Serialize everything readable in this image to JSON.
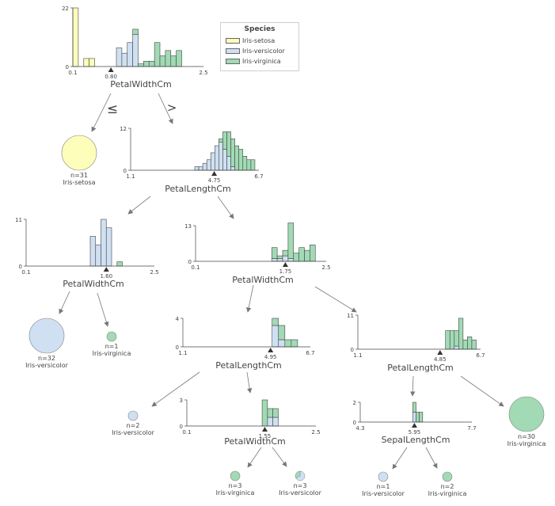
{
  "colors": {
    "setosa": "#fefebb",
    "versicolor": "#cfe0f2",
    "virginica": "#a1dab4",
    "bar_edge": "#444444",
    "axis": "#444444",
    "arrow": "#777777"
  },
  "legend": {
    "title": "Species",
    "items": [
      {
        "label": "Iris-setosa",
        "color": "#fefebb"
      },
      {
        "label": "Iris-versicolor",
        "color": "#cfe0f2"
      },
      {
        "label": "Iris-virginica",
        "color": "#a1dab4"
      }
    ]
  },
  "edge_labels": {
    "left": "≤",
    "right": ">"
  },
  "chart_data": [
    {
      "type": "bar",
      "id": "n0",
      "xlabel": "PetalWidthCm",
      "x_range": [
        0.1,
        2.5
      ],
      "split": 0.8,
      "split_label": "0.80",
      "x_tick_labels": [
        "0.1",
        "2.5"
      ],
      "y_max": 22,
      "y_tick_labels": [
        "22",
        "0"
      ],
      "series": [
        {
          "class": "setosa",
          "values": [
            22,
            0,
            3,
            3,
            0,
            0,
            0,
            0,
            0,
            0,
            0,
            0,
            0,
            0,
            0,
            0,
            0,
            0,
            0,
            0,
            0,
            0,
            0,
            0
          ]
        },
        {
          "class": "versicolor",
          "values": [
            0,
            0,
            0,
            0,
            0,
            0,
            0,
            0,
            7,
            5,
            9,
            12,
            0,
            0,
            0,
            0,
            0,
            0,
            0,
            0,
            0,
            0,
            0,
            0
          ]
        },
        {
          "class": "virginica",
          "values": [
            0,
            0,
            0,
            0,
            0,
            0,
            0,
            0,
            0,
            0,
            0,
            2,
            1,
            2,
            2,
            9,
            4,
            6,
            4,
            6,
            0,
            0,
            0,
            0
          ]
        }
      ]
    },
    {
      "type": "bar",
      "id": "n2",
      "xlabel": "PetalLengthCm",
      "x_range": [
        1.1,
        6.7
      ],
      "split": 4.75,
      "split_label": "4.75",
      "x_tick_labels": [
        "1.1",
        "6.7"
      ],
      "y_max": 12,
      "y_tick_labels": [
        "12",
        "0"
      ],
      "series": [
        {
          "class": "versicolor",
          "values": [
            0,
            0,
            0,
            0,
            0,
            0,
            0,
            0,
            0,
            0,
            0,
            0,
            0,
            0,
            0,
            0,
            1,
            1,
            2,
            3,
            5,
            7,
            8,
            6,
            4,
            1,
            0,
            0,
            0,
            0,
            0,
            0
          ]
        },
        {
          "class": "virginica",
          "values": [
            0,
            0,
            0,
            0,
            0,
            0,
            0,
            0,
            0,
            0,
            0,
            0,
            0,
            0,
            0,
            0,
            0,
            0,
            0,
            0,
            0,
            0,
            1,
            5,
            7,
            8,
            7,
            6,
            4,
            3,
            3,
            0
          ]
        }
      ]
    },
    {
      "type": "bar",
      "id": "n3",
      "xlabel": "PetalWidthCm",
      "x_range": [
        0.1,
        2.5
      ],
      "split": 1.6,
      "split_label": "1.60",
      "x_tick_labels": [
        "0.1",
        "2.5"
      ],
      "y_max": 11,
      "y_tick_labels": [
        "11",
        "0"
      ],
      "series": [
        {
          "class": "versicolor",
          "values": [
            0,
            0,
            0,
            0,
            0,
            0,
            0,
            0,
            0,
            0,
            0,
            0,
            7,
            5,
            11,
            9,
            0,
            0,
            0,
            0,
            0,
            0,
            0,
            0
          ]
        },
        {
          "class": "virginica",
          "values": [
            0,
            0,
            0,
            0,
            0,
            0,
            0,
            0,
            0,
            0,
            0,
            0,
            0,
            0,
            0,
            0,
            0,
            1,
            0,
            0,
            0,
            0,
            0,
            0
          ]
        }
      ]
    },
    {
      "type": "bar",
      "id": "n4",
      "xlabel": "PetalWidthCm",
      "x_range": [
        0.1,
        2.5
      ],
      "split": 1.75,
      "split_label": "1.75",
      "x_tick_labels": [
        "0.1",
        "2.5"
      ],
      "y_max": 13,
      "y_tick_labels": [
        "13",
        "0"
      ],
      "series": [
        {
          "class": "versicolor",
          "values": [
            0,
            0,
            0,
            0,
            0,
            0,
            0,
            0,
            0,
            0,
            0,
            0,
            0,
            0,
            1,
            1,
            2,
            1,
            0,
            0,
            0,
            0,
            0,
            0
          ]
        },
        {
          "class": "virginica",
          "values": [
            0,
            0,
            0,
            0,
            0,
            0,
            0,
            0,
            0,
            0,
            0,
            0,
            0,
            0,
            4,
            1,
            2,
            13,
            3,
            5,
            4,
            6,
            0,
            0
          ]
        }
      ]
    },
    {
      "type": "bar",
      "id": "n7",
      "xlabel": "PetalLengthCm",
      "x_range": [
        1.1,
        6.7
      ],
      "split": 4.95,
      "split_label": "4.95",
      "x_tick_labels": [
        "1.1",
        "6.7"
      ],
      "y_max": 4,
      "y_tick_labels": [
        "4",
        "0"
      ],
      "series": [
        {
          "class": "versicolor",
          "values": [
            0,
            0,
            0,
            0,
            0,
            0,
            0,
            0,
            0,
            0,
            0,
            0,
            0,
            0,
            3,
            1,
            0,
            0,
            0,
            0
          ]
        },
        {
          "class": "virginica",
          "values": [
            0,
            0,
            0,
            0,
            0,
            0,
            0,
            0,
            0,
            0,
            0,
            0,
            0,
            0,
            1,
            2,
            1,
            1,
            0,
            0
          ]
        }
      ]
    },
    {
      "type": "bar",
      "id": "n8",
      "xlabel": "PetalLengthCm",
      "x_range": [
        1.1,
        6.7
      ],
      "split": 4.85,
      "split_label": "4.85",
      "x_tick_labels": [
        "1.1",
        "6.7"
      ],
      "y_max": 11,
      "y_tick_labels": [
        "11",
        "0"
      ],
      "series": [
        {
          "class": "versicolor",
          "values": [
            0,
            0,
            0,
            0,
            0,
            0,
            0,
            0,
            0,
            0,
            0,
            0,
            0,
            0,
            0,
            0,
            0,
            0,
            0,
            0,
            0,
            0,
            1,
            0,
            0,
            0,
            0,
            0
          ]
        },
        {
          "class": "virginica",
          "values": [
            0,
            0,
            0,
            0,
            0,
            0,
            0,
            0,
            0,
            0,
            0,
            0,
            0,
            0,
            0,
            0,
            0,
            0,
            0,
            0,
            6,
            6,
            5,
            10,
            3,
            4,
            3,
            0
          ]
        }
      ]
    },
    {
      "type": "bar",
      "id": "n9",
      "xlabel": "PetalWidthCm",
      "x_range": [
        0.1,
        2.5
      ],
      "split": 1.55,
      "split_label": "1.55",
      "x_tick_labels": [
        "0.1",
        "2.5"
      ],
      "y_max": 3,
      "y_tick_labels": [
        "3",
        "0"
      ],
      "series": [
        {
          "class": "versicolor",
          "values": [
            0,
            0,
            0,
            0,
            0,
            0,
            0,
            0,
            0,
            0,
            0,
            0,
            0,
            0,
            0,
            1,
            1,
            0,
            0,
            0,
            0,
            0,
            0,
            0
          ]
        },
        {
          "class": "virginica",
          "values": [
            0,
            0,
            0,
            0,
            0,
            0,
            0,
            0,
            0,
            0,
            0,
            0,
            0,
            0,
            3,
            1,
            1,
            0,
            0,
            0,
            0,
            0,
            0,
            0
          ]
        }
      ]
    },
    {
      "type": "bar",
      "id": "n10",
      "xlabel": "SepalLengthCm",
      "x_range": [
        4.3,
        7.7
      ],
      "split": 5.95,
      "split_label": "5.95",
      "x_tick_labels": [
        "4.3",
        "7.7"
      ],
      "y_max": 2,
      "y_tick_labels": [
        "2",
        "0"
      ],
      "series": [
        {
          "class": "versicolor",
          "values": [
            0,
            0,
            0,
            0,
            0,
            0,
            0,
            0,
            0,
            0,
            0,
            0,
            0,
            0,
            0,
            0,
            1,
            0,
            0,
            0,
            0,
            0,
            0,
            0,
            0,
            0,
            0,
            0,
            0,
            0,
            0,
            0,
            0,
            0
          ]
        },
        {
          "class": "virginica",
          "values": [
            0,
            0,
            0,
            0,
            0,
            0,
            0,
            0,
            0,
            0,
            0,
            0,
            0,
            0,
            0,
            0,
            1,
            1,
            1,
            0,
            0,
            0,
            0,
            0,
            0,
            0,
            0,
            0,
            0,
            0,
            0,
            0,
            0,
            0
          ]
        }
      ]
    }
  ],
  "leaves": [
    {
      "id": "n1",
      "n_label": "n=31",
      "class_label": "Iris-setosa",
      "counts": {
        "setosa": 31,
        "versicolor": 0,
        "virginica": 0
      }
    },
    {
      "id": "n5",
      "n_label": "n=32",
      "class_label": "Iris-versicolor",
      "counts": {
        "setosa": 0,
        "versicolor": 32,
        "virginica": 0
      }
    },
    {
      "id": "n6",
      "n_label": "n=1",
      "class_label": "Iris-virginica",
      "counts": {
        "setosa": 0,
        "versicolor": 0,
        "virginica": 1
      }
    },
    {
      "id": "n11",
      "n_label": "n=2",
      "class_label": "Iris-versicolor",
      "counts": {
        "setosa": 0,
        "versicolor": 2,
        "virginica": 0
      }
    },
    {
      "id": "n12",
      "n_label": "n=30",
      "class_label": "Iris-virginica",
      "counts": {
        "setosa": 0,
        "versicolor": 0,
        "virginica": 30
      }
    },
    {
      "id": "n13",
      "n_label": "n=3",
      "class_label": "Iris-virginica",
      "counts": {
        "setosa": 0,
        "versicolor": 0,
        "virginica": 3
      }
    },
    {
      "id": "n14",
      "n_label": "n=3",
      "class_label": "Iris-versicolor",
      "counts": {
        "setosa": 0,
        "versicolor": 2,
        "virginica": 1
      }
    },
    {
      "id": "n15",
      "n_label": "n=1",
      "class_label": "Iris-versicolor",
      "counts": {
        "setosa": 0,
        "versicolor": 1,
        "virginica": 0
      }
    },
    {
      "id": "n16",
      "n_label": "n=2",
      "class_label": "Iris-virginica",
      "counts": {
        "setosa": 0,
        "versicolor": 0,
        "virginica": 2
      }
    }
  ]
}
